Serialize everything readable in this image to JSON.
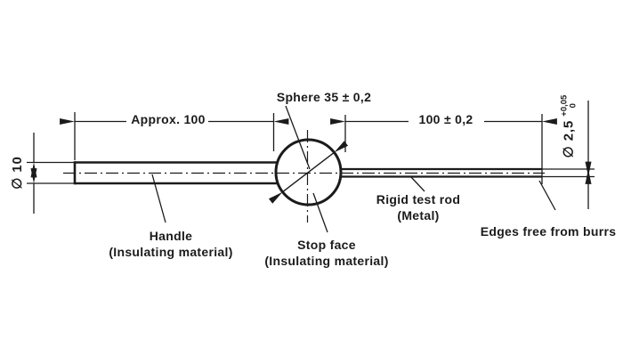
{
  "colors": {
    "background": "#ffffff",
    "ink": "#1b1b1b"
  },
  "labels": {
    "sphere": "Sphere 35 ± 0,2",
    "handle": "Handle",
    "handle_material": "(Insulating material)",
    "stop_face": "Stop face",
    "stop_face_material": "(Insulating material)",
    "test_rod": "Rigid test rod",
    "test_rod_material": "(Metal)",
    "edges_note": "Edges free from burrs"
  },
  "dimensions": {
    "handle_length": "Approx. 100",
    "rod_length": "100 ± 0,2",
    "handle_diameter": "∅ 10",
    "rod_diameter": "∅ 2,5",
    "rod_diameter_tolerance_upper": "+0,05",
    "rod_diameter_tolerance_lower": "0"
  }
}
